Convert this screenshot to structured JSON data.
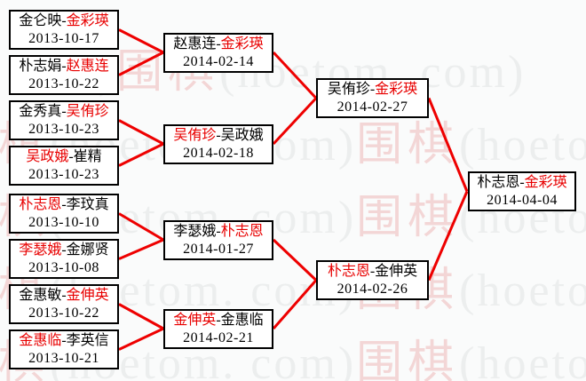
{
  "watermark": {
    "cn": "围棋",
    "latin": "(hoetom. com)"
  },
  "colors": {
    "line": "#ee0000",
    "winner_text": "#e80000",
    "box_border": "#000000",
    "background": "#fafbfb"
  },
  "bracket": {
    "separator": "-",
    "rounds": [
      {
        "name": "round-1",
        "matches": [
          {
            "p1": "金仑映",
            "p2": "金彩瑛",
            "winner": 2,
            "date": "2013-10-17"
          },
          {
            "p1": "朴志娟",
            "p2": "赵惠连",
            "winner": 2,
            "date": "2013-10-22"
          },
          {
            "p1": "金秀真",
            "p2": "吴侑珍",
            "winner": 2,
            "date": "2013-10-23"
          },
          {
            "p1": "吴政娥",
            "p2": "崔精",
            "winner": 1,
            "date": "2013-10-23"
          },
          {
            "p1": "朴志恩",
            "p2": "李玟真",
            "winner": 1,
            "date": "2013-10-10"
          },
          {
            "p1": "李瑟娥",
            "p2": "金娜贤",
            "winner": 1,
            "date": "2013-10-08"
          },
          {
            "p1": "金惠敏",
            "p2": "金伸英",
            "winner": 2,
            "date": "2013-10-22"
          },
          {
            "p1": "金惠临",
            "p2": "李英信",
            "winner": 1,
            "date": "2013-10-21"
          }
        ]
      },
      {
        "name": "round-2",
        "matches": [
          {
            "p1": "赵惠连",
            "p2": "金彩瑛",
            "winner": 2,
            "date": "2014-02-14"
          },
          {
            "p1": "吴侑珍",
            "p2": "吴政娥",
            "winner": 1,
            "date": "2014-02-18"
          },
          {
            "p1": "李瑟娥",
            "p2": "朴志恩",
            "winner": 2,
            "date": "2014-01-27"
          },
          {
            "p1": "金伸英",
            "p2": "金惠临",
            "winner": 1,
            "date": "2014-02-21"
          }
        ]
      },
      {
        "name": "semifinal",
        "matches": [
          {
            "p1": "吴侑珍",
            "p2": "金彩瑛",
            "winner": 2,
            "date": "2014-02-27"
          },
          {
            "p1": "朴志恩",
            "p2": "金伸英",
            "winner": 1,
            "date": "2014-02-26"
          }
        ]
      },
      {
        "name": "final",
        "matches": [
          {
            "p1": "朴志恩",
            "p2": "金彩瑛",
            "winner": 2,
            "date": "2014-04-04"
          }
        ]
      }
    ]
  }
}
